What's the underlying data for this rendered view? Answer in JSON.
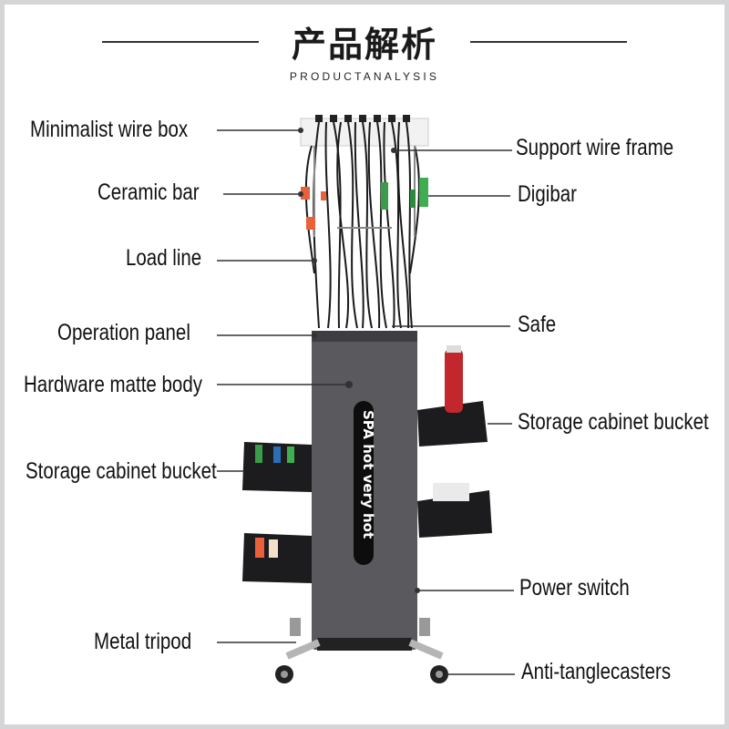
{
  "header": {
    "title_cn": "产品解析",
    "title_en": "PRODUCTANALYSIS"
  },
  "callouts": {
    "left": [
      "Minimalist wire box",
      "Ceramic bar",
      "Load line",
      "Operation panel",
      "Hardware matte body",
      "Storage cabinet bucket",
      "Metal tripod"
    ],
    "right": [
      "Support wire frame",
      "Digibar",
      "Safe",
      "Storage cabinet bucket",
      "Power switch",
      "Anti-tanglecasters"
    ]
  },
  "product": {
    "vertical_text": "SPA hot very hot"
  },
  "colors": {
    "body": "#5a5a5e",
    "bucket": "#1c1c1e",
    "line": "#333333",
    "border": "#d5d5d7"
  }
}
